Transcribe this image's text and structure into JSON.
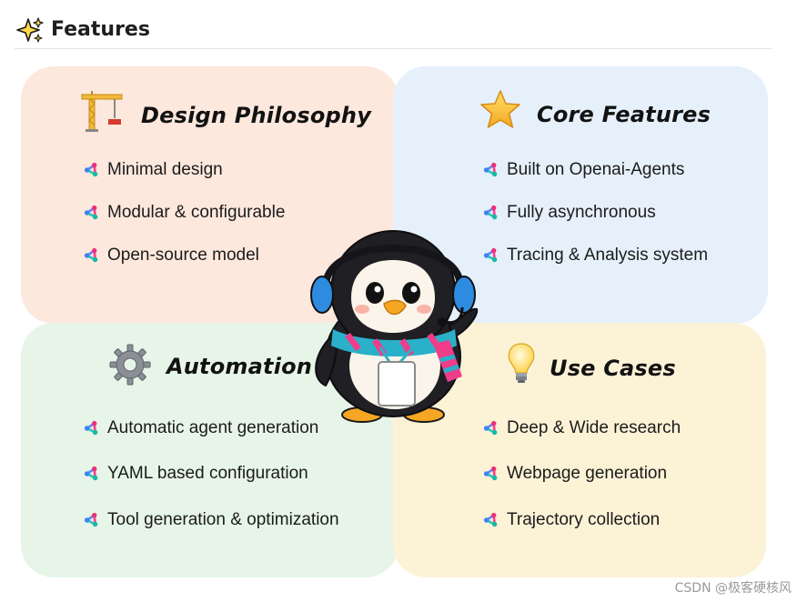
{
  "header": {
    "title": "Features",
    "icon": "sparkles-icon"
  },
  "panels": {
    "design": {
      "title": "Design Philosophy",
      "icon": "construction-crane-icon",
      "color": "#fde8dd",
      "items": [
        "Minimal design",
        "Modular & configurable",
        "Open-source model"
      ]
    },
    "core": {
      "title": "Core Features",
      "icon": "star-icon",
      "color": "#e5f0fb",
      "items": [
        "Built on Openai-Agents",
        "Fully asynchronous",
        "Tracing & Analysis system"
      ]
    },
    "automation": {
      "title": "Automation",
      "icon": "gear-icon",
      "color": "#e6f5e8",
      "items": [
        "Automatic agent generation",
        "YAML based configuration",
        "Tool generation & optimization"
      ]
    },
    "usecases": {
      "title": "Use Cases",
      "icon": "light-bulb-icon",
      "color": "#fcf2d6",
      "items": [
        "Deep & Wide research",
        "Webpage generation",
        "Trajectory collection"
      ]
    }
  },
  "mascot": {
    "icon": "penguin-mascot-with-headset-icon"
  },
  "bullet_icon": "agent-logo-icon",
  "watermark": "CSDN @极客硬核风"
}
